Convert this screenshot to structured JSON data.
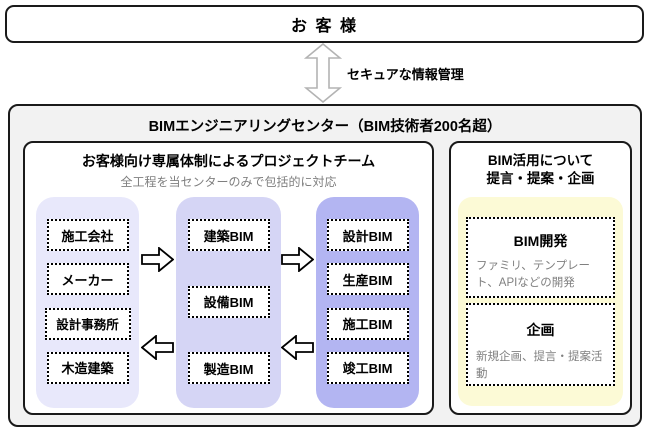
{
  "customer": {
    "label": "お 客 様"
  },
  "connector": {
    "label": "セキュアな情報管理"
  },
  "center": {
    "title": "BIMエンジニアリングセンター（BIM技術者200名超）",
    "project_team": {
      "title": "お客様向け専属体制によるプロジェクトチーム",
      "subtitle": "全工程を当センターのみで包括的に対応",
      "columns": [
        {
          "id": "partners",
          "bg": "#e8e8fb",
          "items": [
            "施工会社",
            "メーカー",
            "設計事務所",
            "木造建築"
          ]
        },
        {
          "id": "core-bim",
          "bg": "#d5d5f5",
          "items": [
            "建築BIM",
            "設備BIM",
            "製造BIM"
          ]
        },
        {
          "id": "phase-bim",
          "bg": "#b3b5f2",
          "items": [
            "設計BIM",
            "生産BIM",
            "施工BIM",
            "竣工BIM"
          ]
        }
      ]
    },
    "bim_utilization": {
      "title_line1": "BIM活用について",
      "title_line2": "提言・提案・企画",
      "panel_bg": "#fcfad6",
      "sections": [
        {
          "title": "BIM開発",
          "desc": "ファミリ、テンプレート、APIなどの開発"
        },
        {
          "title": "企画",
          "desc": "新規企画、提言・提案活動"
        }
      ]
    }
  },
  "colors": {
    "center_bg": "#f2f2f2",
    "border": "#1a1a1a",
    "subtitle_gray": "#7f7f7f",
    "desc_gray": "#808080",
    "connector_arrow": "#b3b3b3"
  }
}
